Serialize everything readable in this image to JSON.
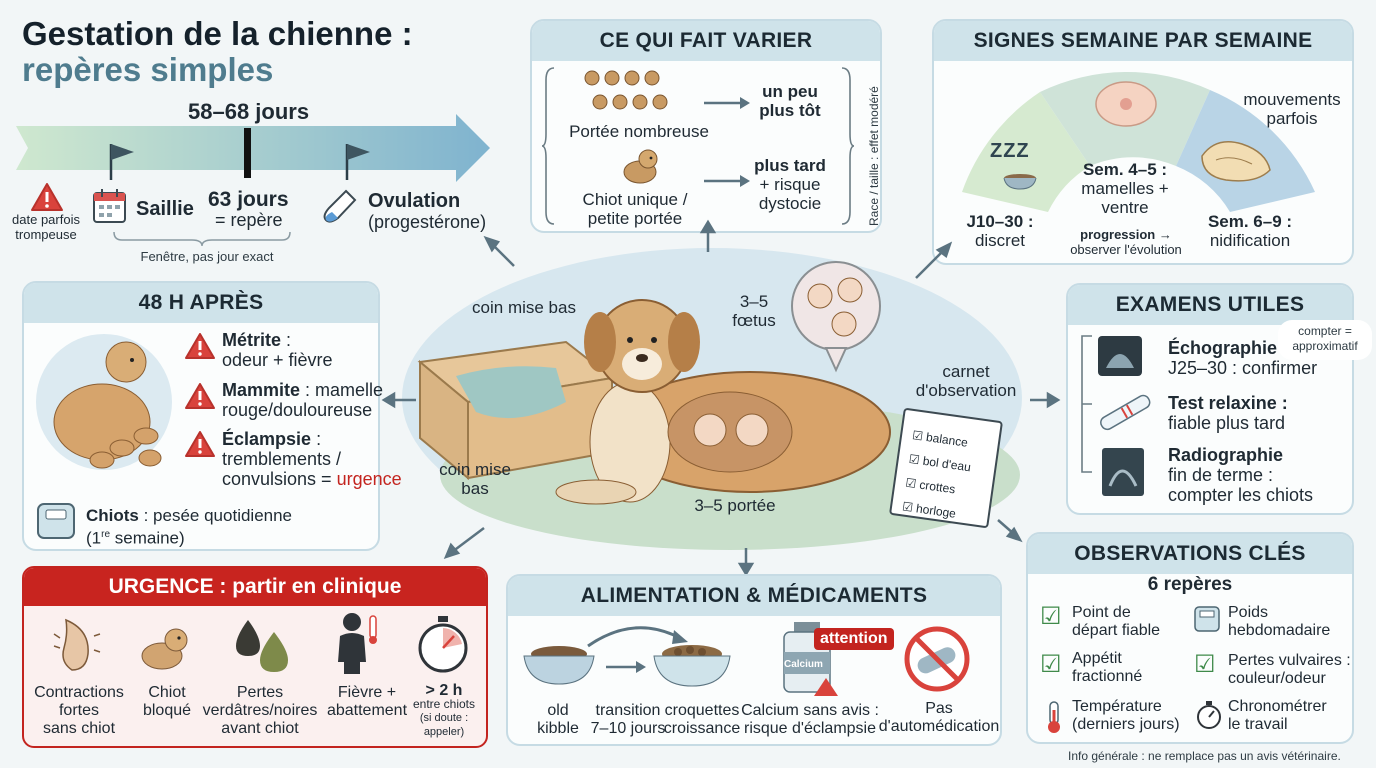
{
  "title": {
    "line1": "Gestation de la chienne :",
    "line2": "repères simples"
  },
  "timeline": {
    "range": "58–68 jours",
    "saillie": "Saillie",
    "center_days": "63 jours",
    "center_sub": "= repère",
    "ovulation": "Ovulation",
    "ovulation_sub": "(progestérone)",
    "warn1": "date parfois",
    "warn2": "trompeuse",
    "window": "Fenêtre, pas jour exact"
  },
  "varier": {
    "title": "CE QUI FAIT VARIER",
    "litter": "Portée nombreuse",
    "single1": "Chiot unique /",
    "single2": "petite portée",
    "early1": "un peu",
    "early2": "plus tôt",
    "late1": "plus tard",
    "late2": "+ risque",
    "late3": "dystocie",
    "side": "Race / taille : effet modéré"
  },
  "signes": {
    "title": "SIGNES SEMAINE PAR SEMAINE",
    "j1": "J10–30 :",
    "j2": "discret",
    "s45a": "Sem. 4–5 :",
    "s45b": "mamelles +",
    "s45c": "ventre",
    "s69a": "Sem. 6–9 :",
    "s69b": "nidification",
    "mov1": "mouvements",
    "mov2": "parfois",
    "prog1": "progression",
    "prog2": "observer l'évolution",
    "zzz": "ZZZ"
  },
  "apres": {
    "title": "48 H APRÈS",
    "metrite_b": "Métrite",
    "metrite_1": " :",
    "metrite_2": "odeur + fièvre",
    "mammite_b": "Mammite",
    "mammite_1": " : mamelle",
    "mammite_2": "rouge/douloureuse",
    "eclampsie_b": "Éclampsie",
    "eclampsie_1": " :",
    "eclampsie_2": "tremblements /",
    "eclampsie_3": "convulsions = ",
    "eclampsie_urg": "urgence",
    "chiots_b": "Chiots",
    "chiots_1": " : pesée quotidienne",
    "chiots_2a": "(1",
    "chiots_2sup": "re",
    "chiots_2b": " semaine)"
  },
  "center": {
    "coin1": "coin mise bas",
    "coin2a": "coin mise",
    "coin2b": "bas",
    "foetus1": "3–5",
    "foetus2": "fœtus",
    "portee": "3–5 portée",
    "carnet1": "carnet",
    "carnet2": "d'observation",
    "checklist": [
      "balance",
      "bol d'eau",
      "crottes",
      "horloge"
    ]
  },
  "examens": {
    "title": "EXAMENS UTILES",
    "echo_b": "Échographie",
    "echo_s": "J25–30 : confirmer",
    "compter1": "compter =",
    "compter2": "approximatif",
    "relax_b": "Test relaxine :",
    "relax_s": "fiable plus tard",
    "radio_b": "Radiographie",
    "radio_s1": "fin de terme :",
    "radio_s2": "compter les chiots"
  },
  "urgence": {
    "title": "URGENCE : partir en clinique",
    "items": [
      {
        "l1": "Contractions",
        "l2": "fortes",
        "l3": "sans chiot"
      },
      {
        "l1": "Chiot",
        "l2": "bloqué",
        "l3": ""
      },
      {
        "l1": "Pertes",
        "l2": "verdâtres/noires",
        "l3": "avant chiot"
      },
      {
        "l1": "Fièvre +",
        "l2": "abattement",
        "l3": ""
      }
    ],
    "timer_b": "> 2 h",
    "timer_1": "entre chiots",
    "timer_2": "(si doute :",
    "timer_3": "appeler)"
  },
  "alim": {
    "title": "ALIMENTATION & MÉDICAMENTS",
    "old1": "old",
    "old2": "kibble",
    "trans1": "transition",
    "trans2": "7–10 jours",
    "croq1": "croquettes",
    "croq2": "croissance",
    "calc1": "Calcium sans avis :",
    "calc2": "risque d'éclampsie",
    "calc_label": "Calcium",
    "attention": "attention",
    "pas1": "Pas",
    "pas2": "d'automédication"
  },
  "obs": {
    "title": "OBSERVATIONS CLÉS",
    "sub": "6 repères",
    "i1a": "Point de",
    "i1b": "départ fiable",
    "i2a": "Poids",
    "i2b": "hebdomadaire",
    "i3a": "Appétit",
    "i3b": "fractionné",
    "i4a": "Pertes vulvaires :",
    "i4b": "couleur/odeur",
    "i5a": "Température",
    "i5b": "(derniers jours)",
    "i6a": "Chronométrer",
    "i6b": "le travail"
  },
  "footer": "Info générale : ne remplace pas un avis vétérinaire.",
  "colors": {
    "accent": "#c3241f",
    "header": "#cfe3ea",
    "border": "#c6dbe4",
    "check": "#3f8a4a",
    "arrow": "#5b7380"
  }
}
